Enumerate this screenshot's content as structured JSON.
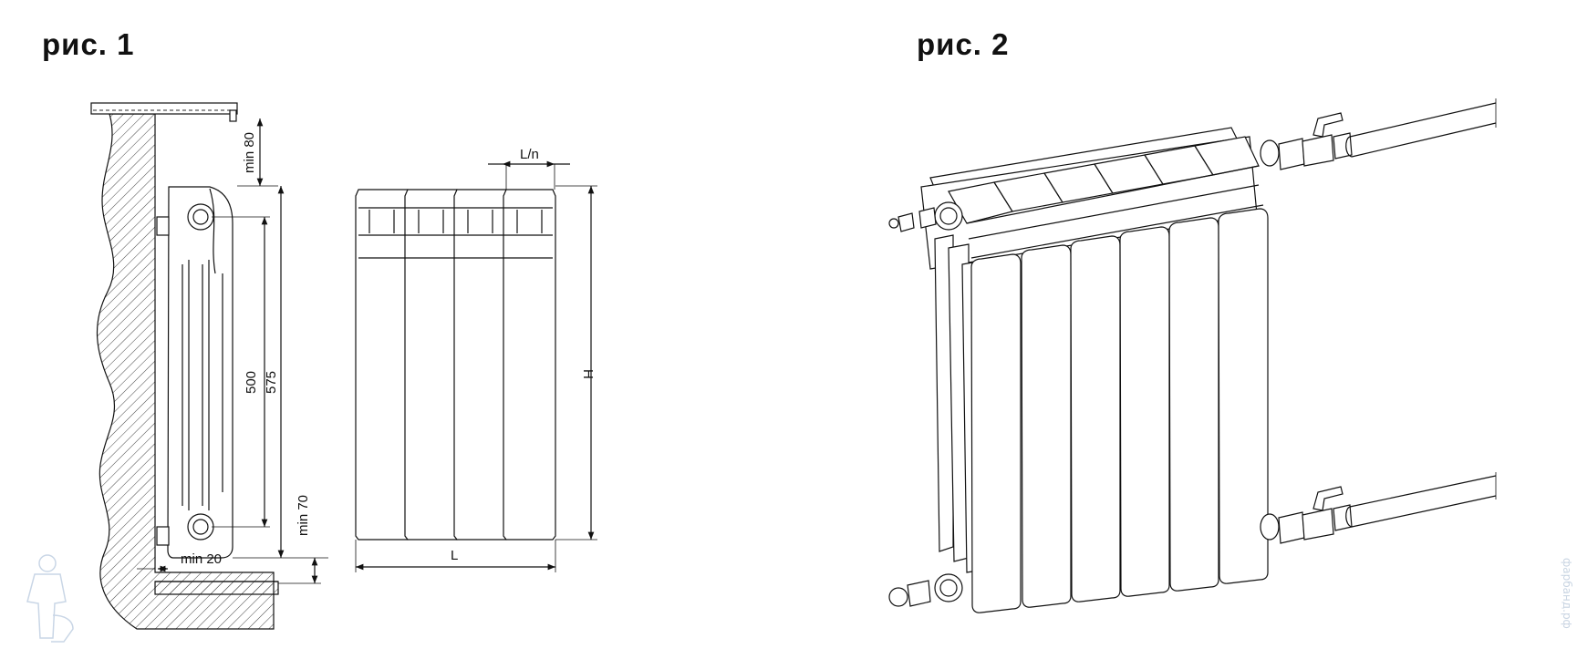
{
  "figures": {
    "fig1": {
      "title": "рис. 1"
    },
    "fig2": {
      "title": "рис. 2"
    }
  },
  "dimensions": {
    "top_clearance": "min 80",
    "axis_distance": "500",
    "height_side": "575",
    "wall_gap": "min 20",
    "floor_clearance": "min 70",
    "section_width": "L/n",
    "total_length": "L",
    "total_height": "H"
  },
  "watermark": {
    "text": "фарбанд.рф"
  }
}
